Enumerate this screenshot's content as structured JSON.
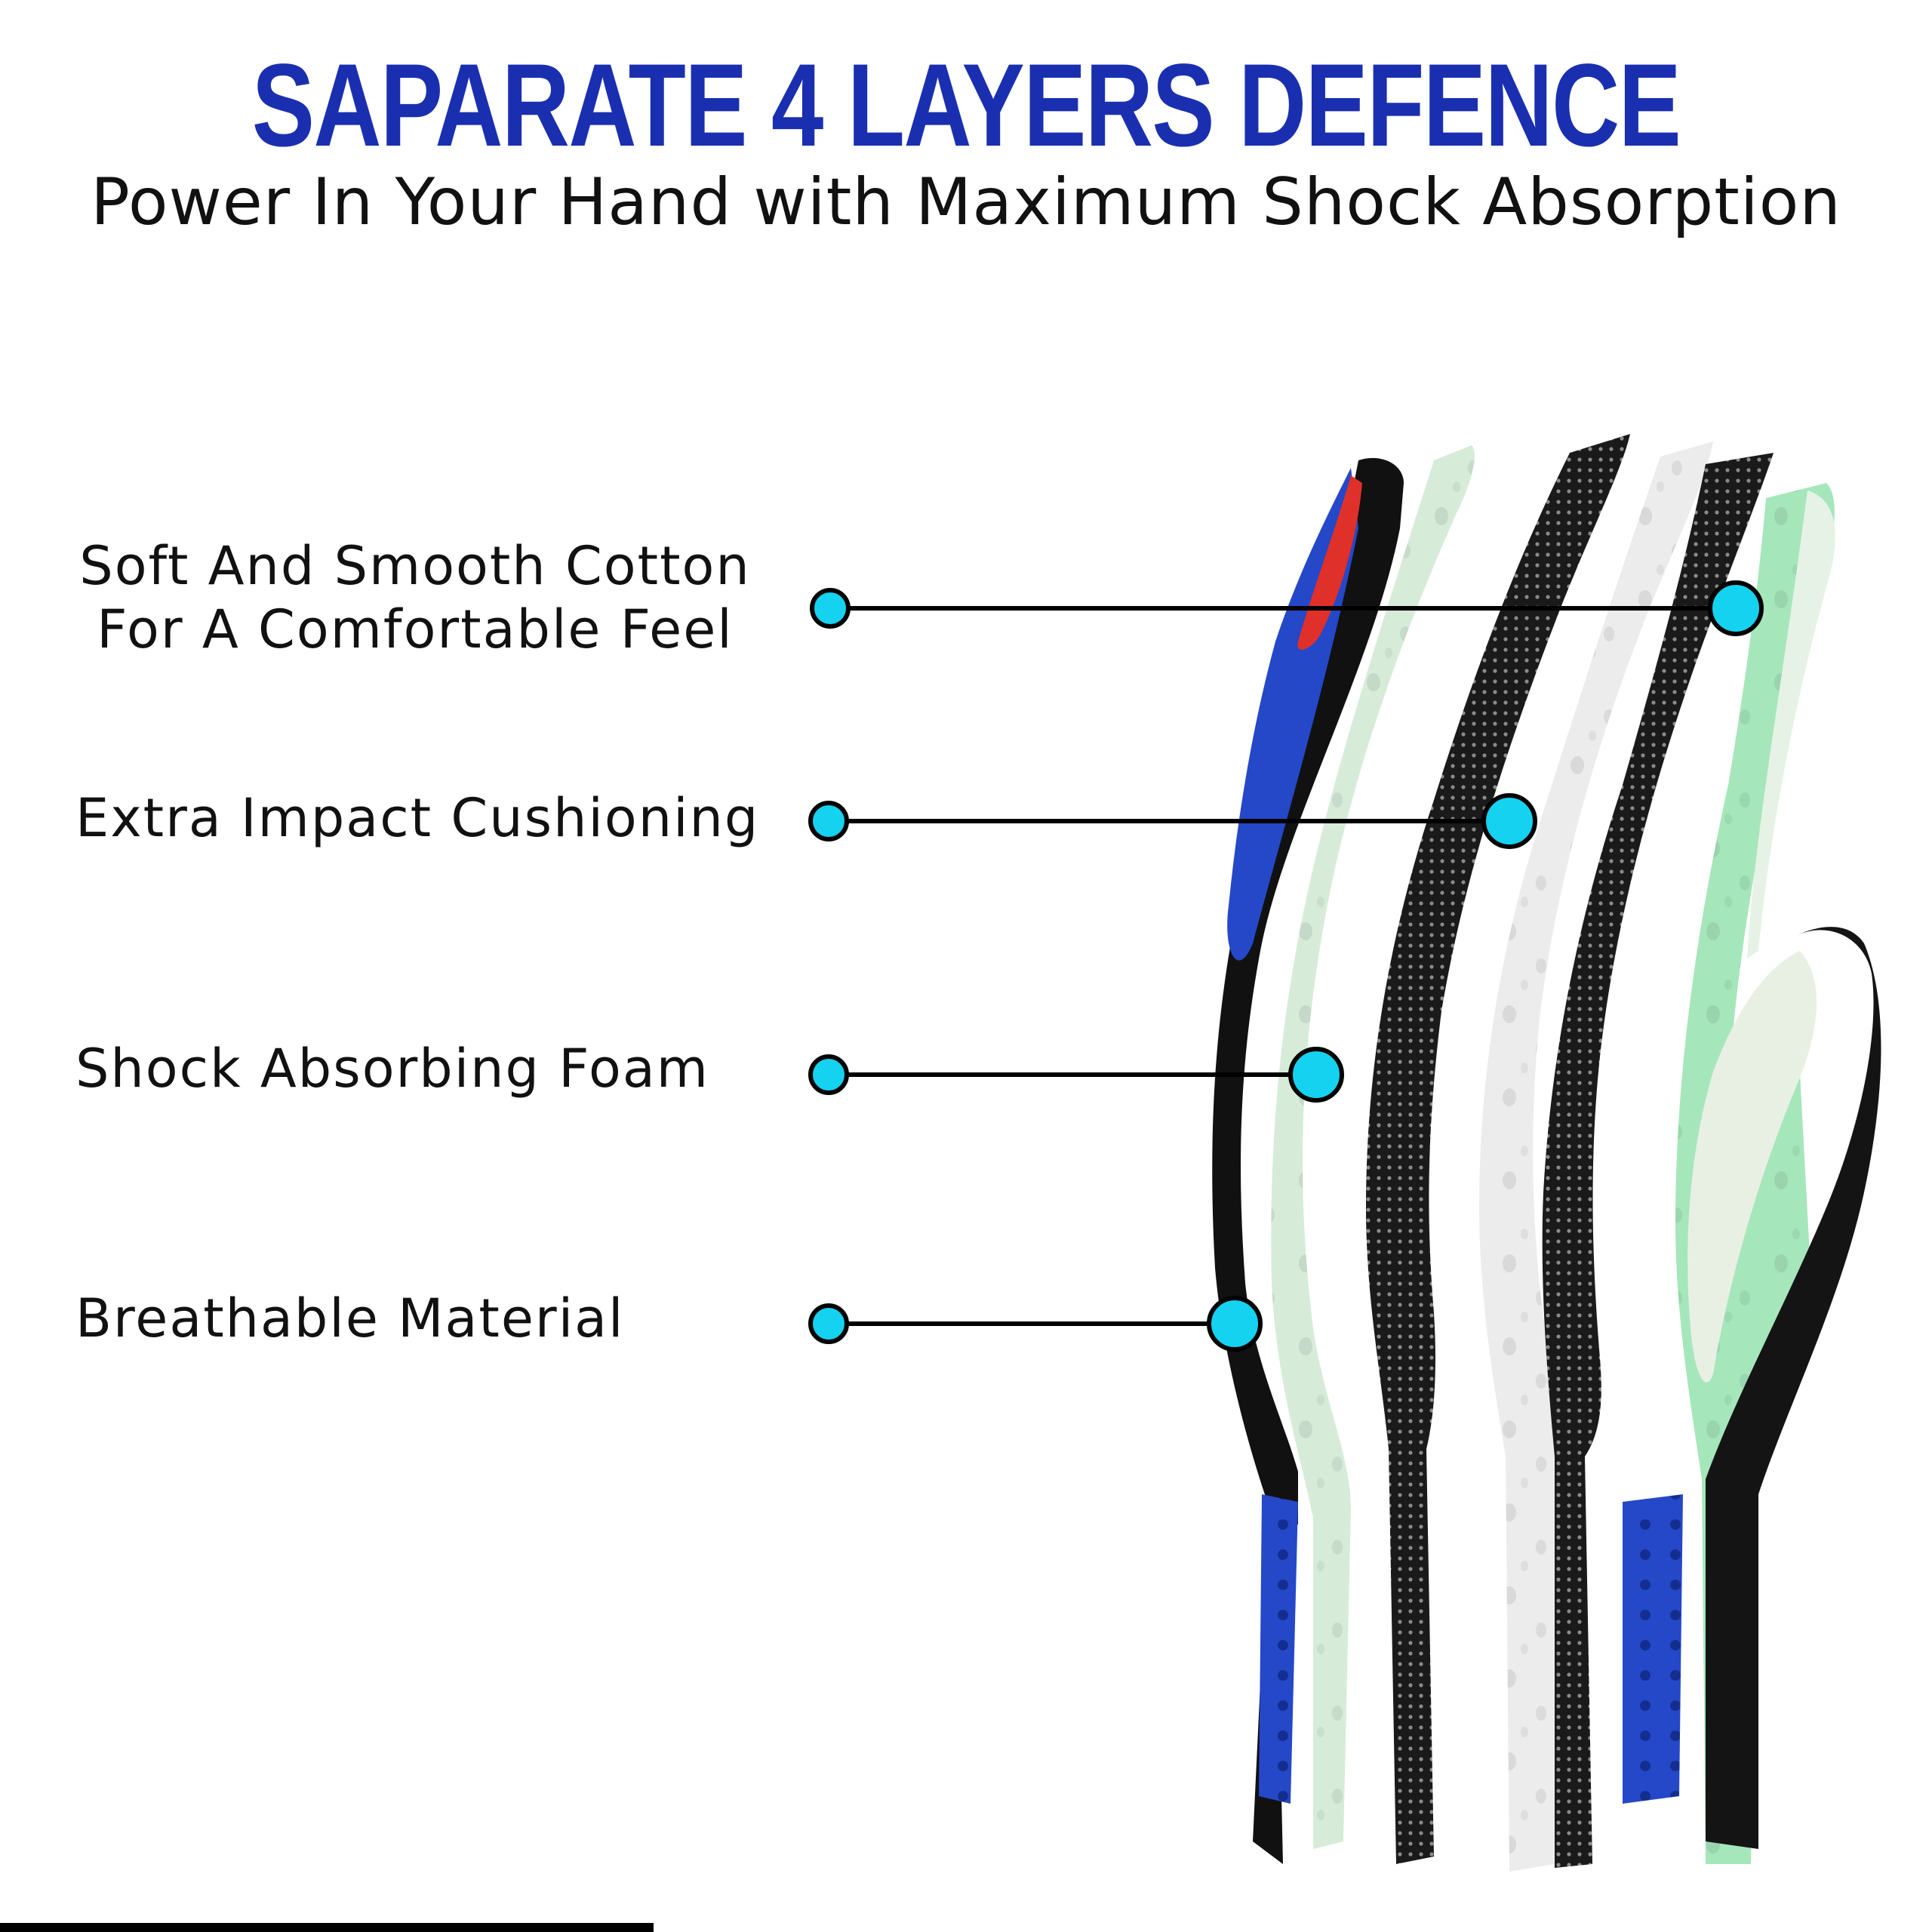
{
  "header": {
    "title": "SAPARATE 4 LAYERS DEFENCE",
    "subtitle": "Power In Your Hand with Maximum Shock Absorption"
  },
  "features": [
    {
      "line1": "Soft And Smooth Cotton",
      "line2": "For A Comfortable Feel"
    },
    {
      "line1": "Extra Impact Cushioning"
    },
    {
      "line1": "Shock Absorbing Foam"
    },
    {
      "line1": "Breathable Material"
    }
  ],
  "colors": {
    "title_blue": "#1a2fb0",
    "callout_cyan": "#14d2f0",
    "mint_foam": "#a6e6bb",
    "pale_green_foam": "#d6ecd9",
    "mesh_black": "#1a1a1a",
    "white_foam": "#eeeeee",
    "glove_blue": "#2448c8",
    "glove_red": "#e0302a"
  }
}
